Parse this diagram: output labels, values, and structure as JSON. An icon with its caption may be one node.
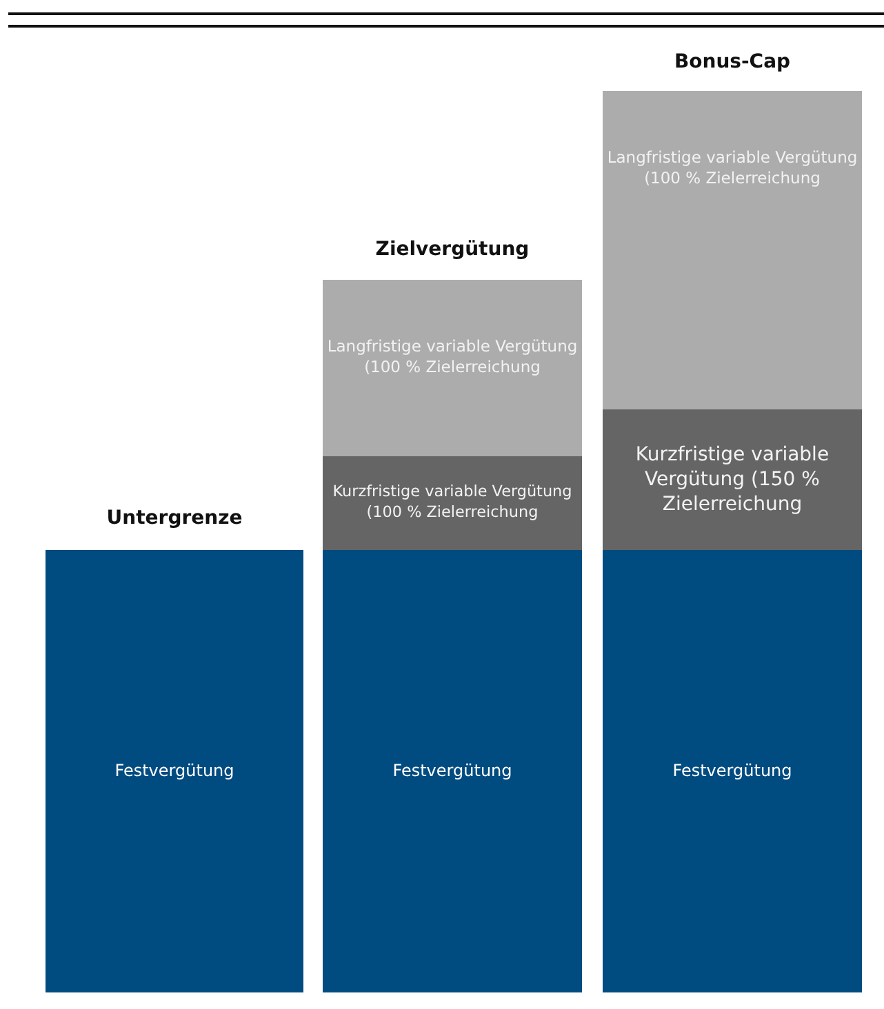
{
  "diagram": {
    "nodes": [
      {
        "text": [
          "Untergrenze",
          "Festvergütung"
        ]
      },
      {
        "text": [
          "Zielvergütung",
          "Langfristige variable Vergütung (100 % Zielerreichung"
        ]
      },
      {
        "text": [
          "Kurzfristige variable Vergütung (100 % Zielerreichung"
        ]
      },
      {
        "text": [
          "Festvergütung"
        ]
      },
      {
        "text": [
          "Bonus-Cap",
          "Langfristige variable Vergütung (100 % Zielerreichung"
        ]
      },
      {
        "text": [
          "Kurzfristige variable Vergütung (150 % Zielerreichung"
        ]
      },
      {
        "text": [
          "Festvergütung"
        ]
      }
    ]
  }
}
